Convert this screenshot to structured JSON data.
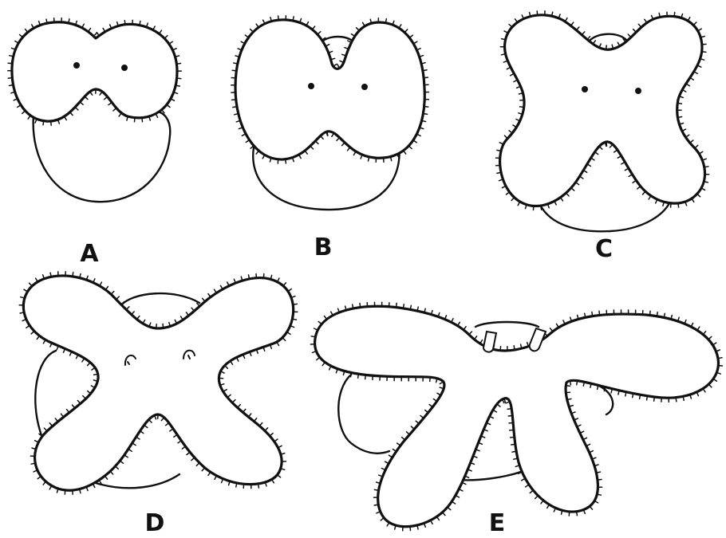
{
  "panels": [
    {
      "id": "A",
      "label": "A",
      "stage": "bilobed"
    },
    {
      "id": "B",
      "label": "B",
      "stage": "bilobed-notched"
    },
    {
      "id": "C",
      "label": "C",
      "stage": "four-lobed"
    },
    {
      "id": "D",
      "label": "D",
      "stage": "four-lobed-extended"
    },
    {
      "id": "E",
      "label": "E",
      "stage": "winged"
    }
  ],
  "colors": {
    "ink": "#111111",
    "paper": "#ffffff"
  },
  "icons": {
    "cilia": "hair-fringe",
    "eye": "eye-spot"
  }
}
